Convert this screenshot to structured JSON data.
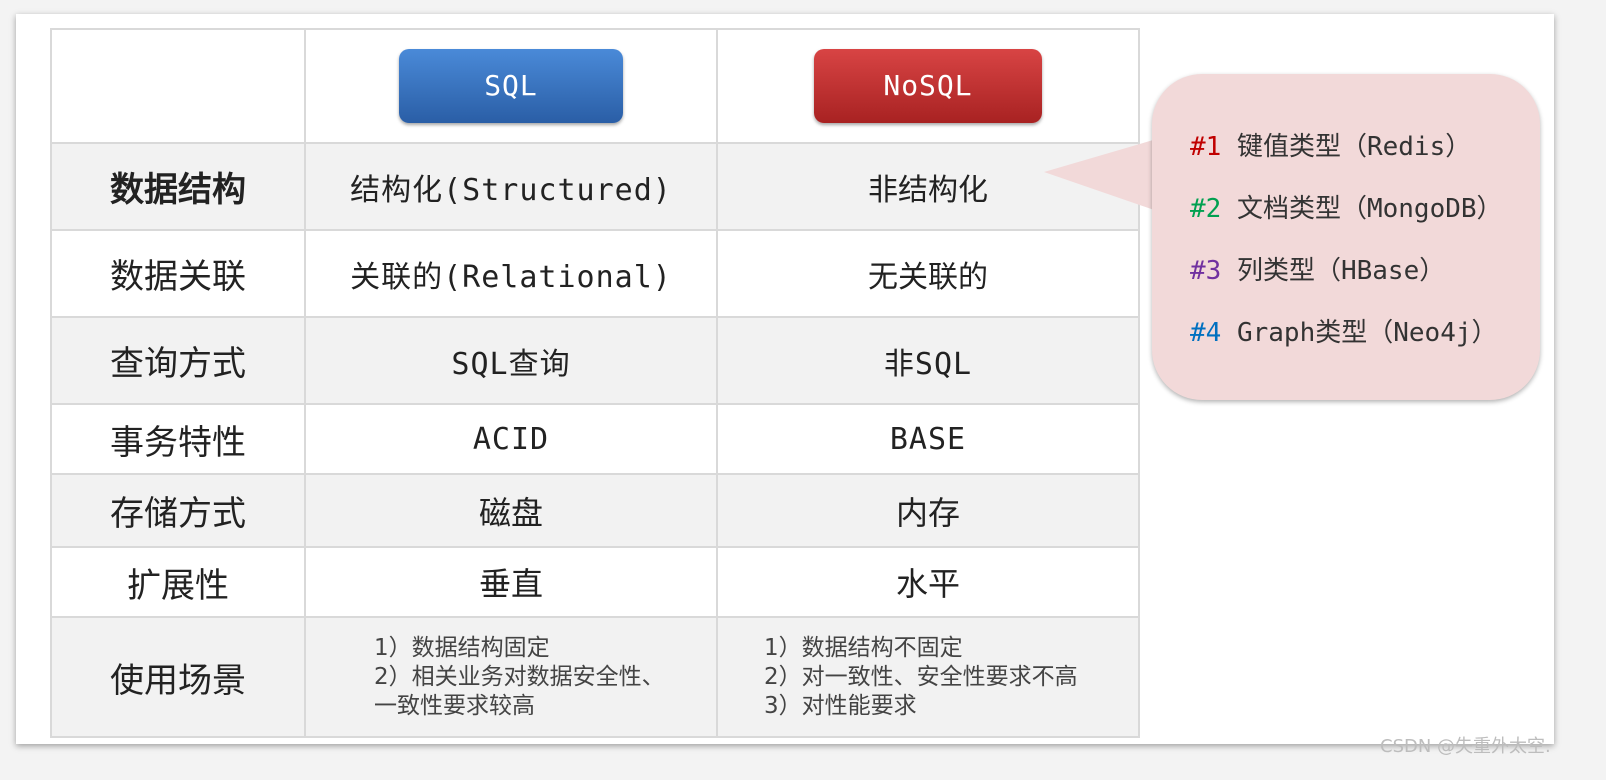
{
  "headers": {
    "sql": "SQL",
    "nosql": "NoSQL"
  },
  "rows": [
    {
      "label": "数据结构",
      "sql": "结构化(Structured)",
      "nosql": "非结构化"
    },
    {
      "label": "数据关联",
      "sql": "关联的(Relational)",
      "nosql": "无关联的"
    },
    {
      "label": "查询方式",
      "sql": "SQL查询",
      "nosql": "非SQL"
    },
    {
      "label": "事务特性",
      "sql": "ACID",
      "nosql": "BASE"
    },
    {
      "label": "存储方式",
      "sql": "磁盘",
      "nosql": "内存"
    },
    {
      "label": "扩展性",
      "sql": "垂直",
      "nosql": "水平"
    },
    {
      "label": "使用场景",
      "sql": [
        "1）数据结构固定",
        "2）相关业务对数据安全性、",
        "一致性要求较高"
      ],
      "nosql": [
        "1）数据结构不固定",
        "2）对一致性、安全性要求不高",
        "3）对性能要求"
      ]
    }
  ],
  "callout": {
    "items": [
      {
        "num": "#1",
        "text": "键值类型（Redis）",
        "color": "#c00000"
      },
      {
        "num": "#2",
        "text": "文档类型（MongoDB）",
        "color": "#00a050"
      },
      {
        "num": "#3",
        "text": "列类型（HBase）",
        "color": "#7030a0"
      },
      {
        "num": "#4",
        "text": "Graph类型（Neo4j）",
        "color": "#0070c0"
      }
    ]
  },
  "watermark": "CSDN @失重外太空."
}
